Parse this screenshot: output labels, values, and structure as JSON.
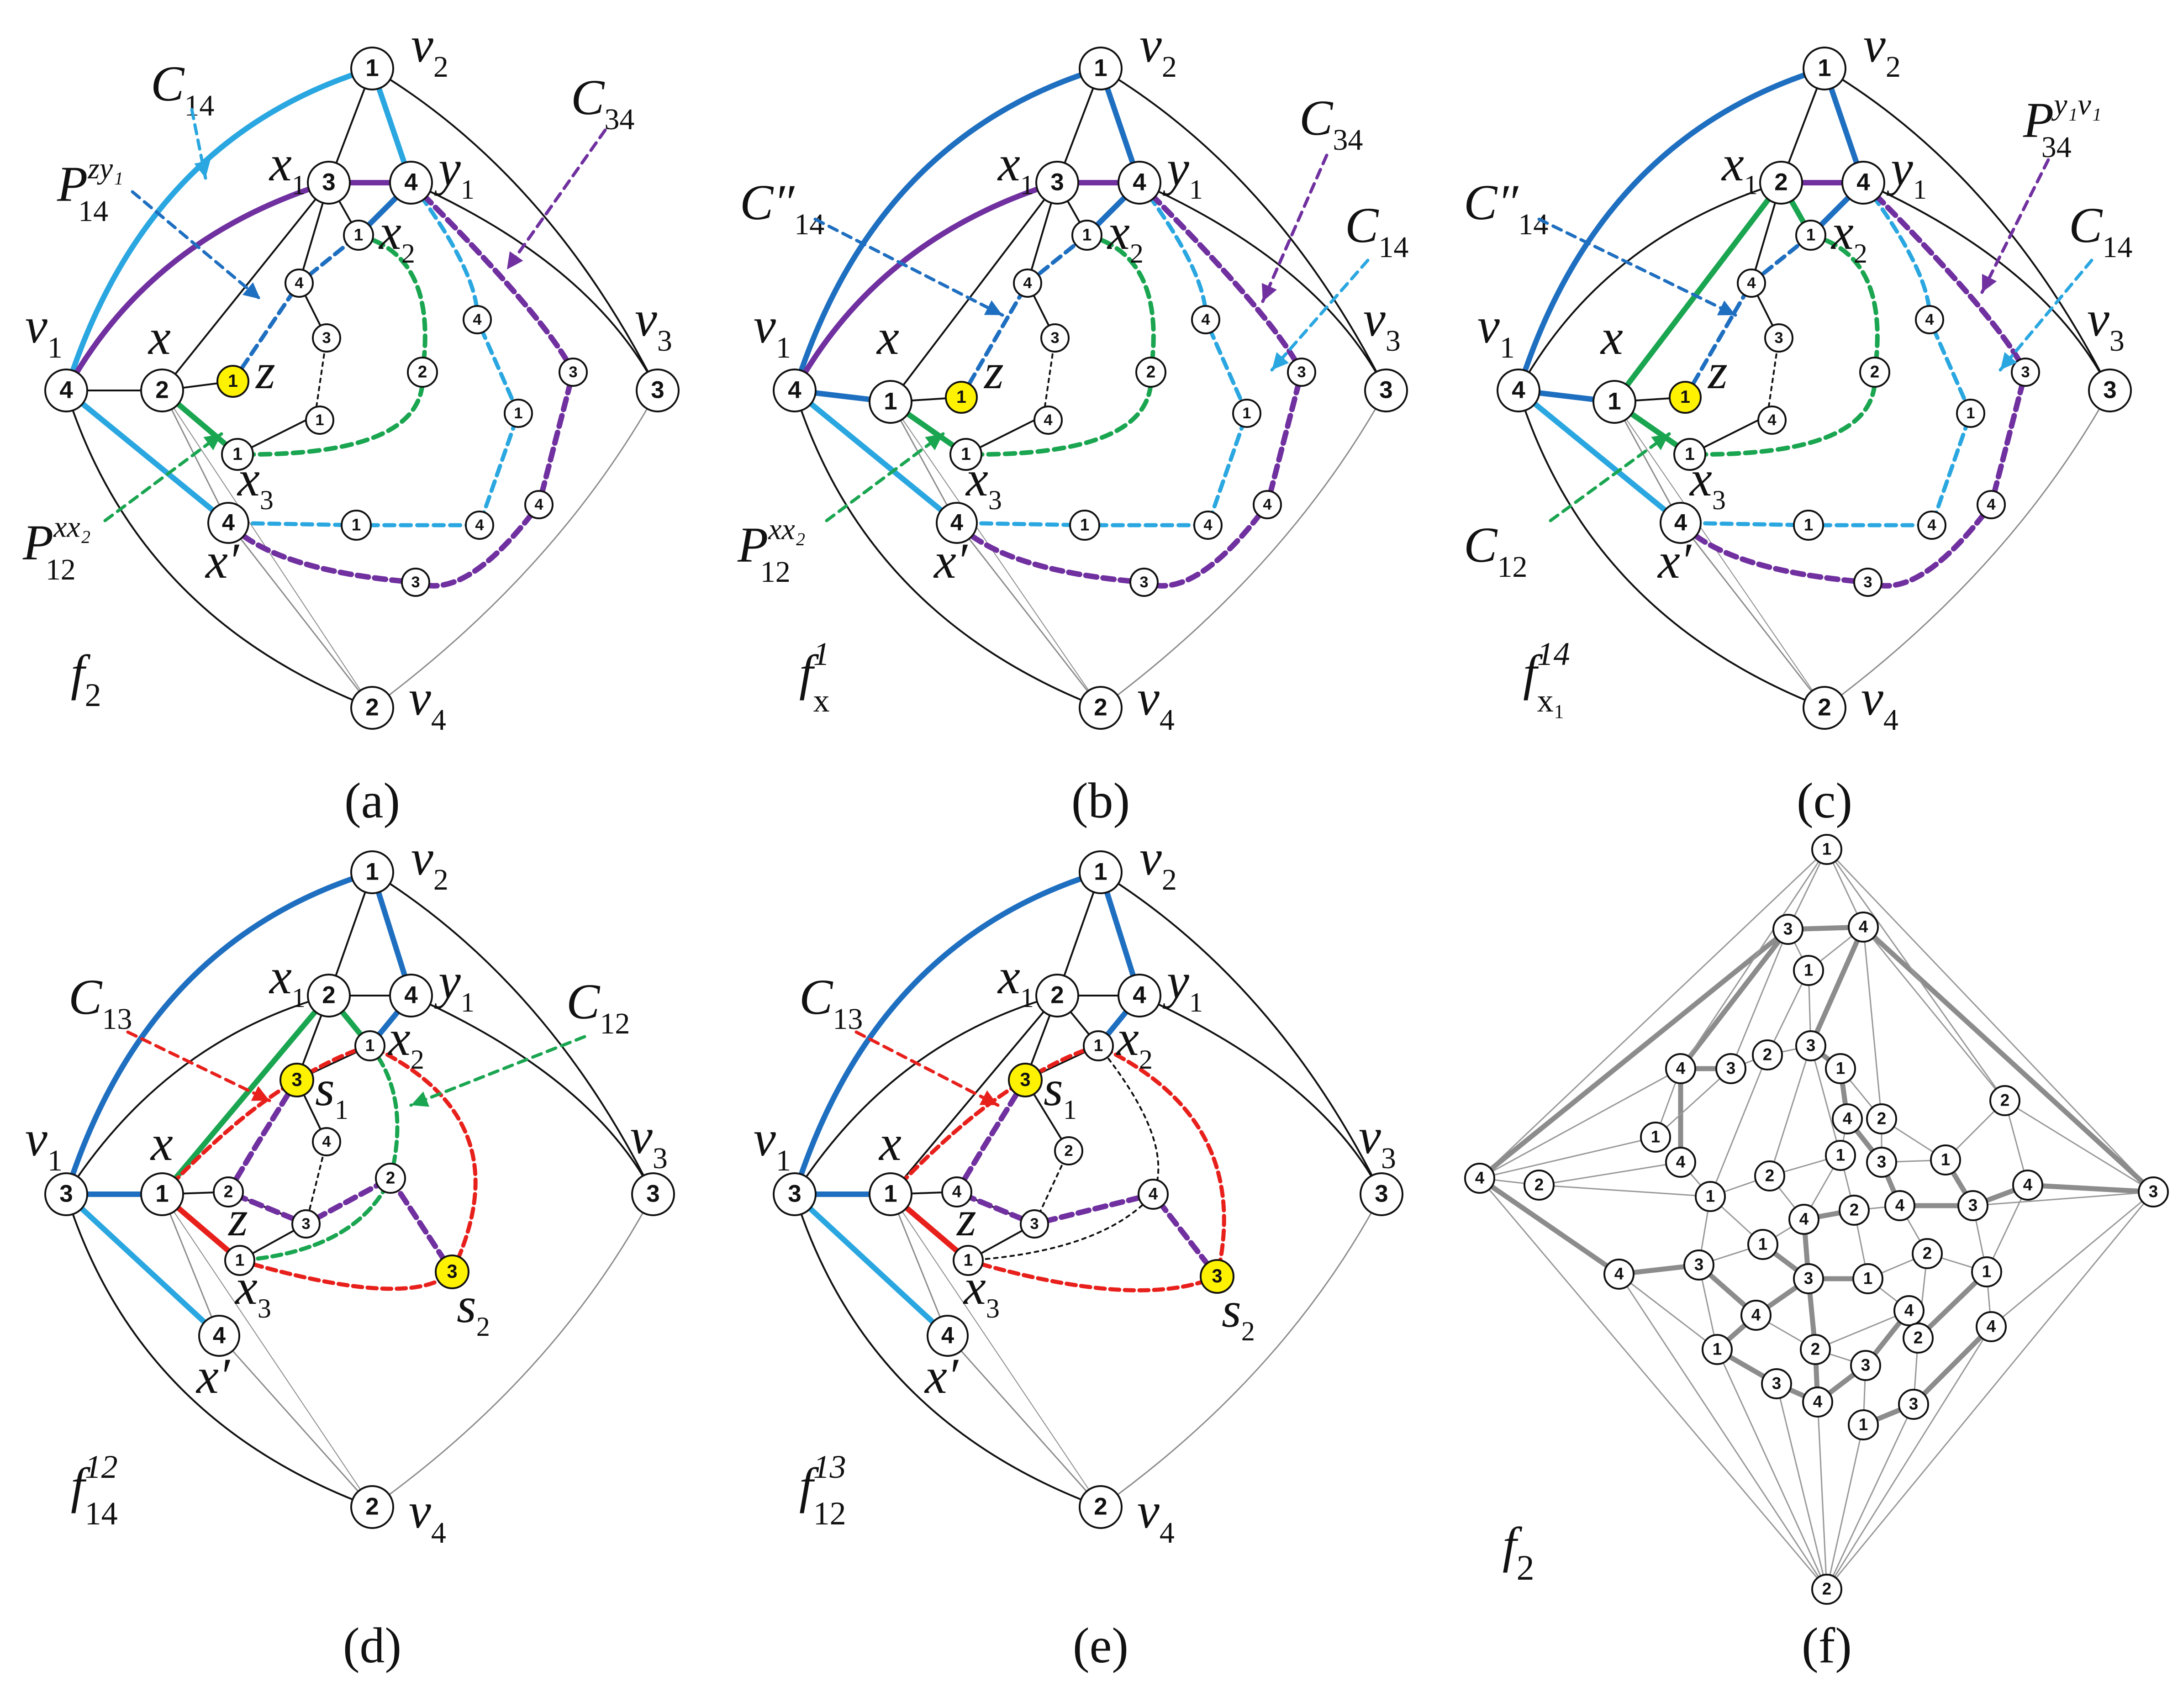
{
  "colors": {
    "blue": "#1f6fc1",
    "lightblue": "#2aa7e0",
    "purple": "#7030a0",
    "green": "#1aa550",
    "red": "#e8201c",
    "black": "#111111",
    "gray": "#8c8c8c",
    "yellow": "#fff200"
  },
  "panels": [
    {
      "caption": "(a)",
      "face": "f",
      "face_sub": "2",
      "face_sup": "",
      "vertices": {
        "v1": "4",
        "v2": "1",
        "v3": "3",
        "v4": "2",
        "x1": "3",
        "y1": "4",
        "x2": "1",
        "x": "2",
        "z": "1",
        "x3": "1",
        "xp": "4"
      },
      "labels": {
        "x": "x",
        "z": "z",
        "x3_main": "x",
        "x3_sub": "3",
        "xp": "x′",
        "x1_main": "x",
        "x1_sub": "1",
        "y1_main": "y",
        "y1_sub": "1",
        "x2_main": "x",
        "x2_sub": "2",
        "v1_main": "v",
        "v1_sub": "1",
        "v2_main": "v",
        "v2_sub": "2",
        "v3_main": "v",
        "v3_sub": "3",
        "v4_main": "v",
        "v4_sub": "4"
      },
      "inner_left": [
        "4",
        "3",
        "1",
        "4"
      ],
      "inner_mid": [
        "2"
      ],
      "inner_right": [
        "4",
        "1",
        "1",
        "4"
      ],
      "outer_right": [
        "3",
        "4",
        "3"
      ],
      "annotations": [
        {
          "main": "C",
          "sub": "14",
          "sup": ""
        },
        {
          "main": "P",
          "sub": "14",
          "sup": "zy₁"
        },
        {
          "main": "C",
          "sub": "34",
          "sup": ""
        },
        {
          "main": "P",
          "sub": "12",
          "sup": "xx₂"
        }
      ]
    },
    {
      "caption": "(b)",
      "face": "f",
      "face_sub": "x",
      "face_sup": "1",
      "vertices": {
        "v1": "4",
        "v2": "1",
        "v3": "3",
        "v4": "2",
        "x1": "3",
        "y1": "4",
        "x2": "1",
        "x": "1",
        "z": "1",
        "x3": "1",
        "xp": "4"
      },
      "labels": {
        "x": "x",
        "z": "z",
        "x3_main": "x",
        "x3_sub": "3",
        "xp": "x′",
        "x1_main": "x",
        "x1_sub": "1",
        "y1_main": "y",
        "y1_sub": "1",
        "x2_main": "x",
        "x2_sub": "2",
        "v1_main": "v",
        "v1_sub": "1",
        "v2_main": "v",
        "v2_sub": "2",
        "v3_main": "v",
        "v3_sub": "3",
        "v4_main": "v",
        "v4_sub": "4"
      },
      "inner_left": [
        "4",
        "3",
        "4",
        "1"
      ],
      "inner_mid": [
        "2"
      ],
      "inner_right": [
        "4",
        "1",
        "1",
        "4"
      ],
      "outer_right": [
        "3",
        "4",
        "3"
      ],
      "annotations": [
        {
          "main": "C″",
          "sub": "14",
          "sup": ""
        },
        {
          "main": "C",
          "sub": "34",
          "sup": ""
        },
        {
          "main": "C",
          "sub": "14",
          "sup": ""
        },
        {
          "main": "P",
          "sub": "12",
          "sup": "xx₂"
        }
      ]
    },
    {
      "caption": "(c)",
      "face": "f",
      "face_sub": "x₁",
      "face_sup": "14",
      "vertices": {
        "v1": "4",
        "v2": "1",
        "v3": "3",
        "v4": "2",
        "x1": "2",
        "y1": "4",
        "x2": "1",
        "x": "1",
        "z": "1",
        "x3": "1",
        "xp": "4"
      },
      "labels": {
        "x": "x",
        "z": "z",
        "x3_main": "x",
        "x3_sub": "3",
        "xp": "x′",
        "x1_main": "x",
        "x1_sub": "1",
        "y1_main": "y",
        "y1_sub": "1",
        "x2_main": "x",
        "x2_sub": "2",
        "v1_main": "v",
        "v1_sub": "1",
        "v2_main": "v",
        "v2_sub": "2",
        "v3_main": "v",
        "v3_sub": "3",
        "v4_main": "v",
        "v4_sub": "4"
      },
      "inner_left": [
        "4",
        "3",
        "4",
        "1"
      ],
      "inner_mid": [
        "2"
      ],
      "inner_right": [
        "4",
        "1",
        "1",
        "4"
      ],
      "outer_right": [
        "3",
        "4",
        "3"
      ],
      "annotations": [
        {
          "main": "C″",
          "sub": "14",
          "sup": ""
        },
        {
          "main": "P",
          "sub": "34",
          "sup": "y₁v₁"
        },
        {
          "main": "C",
          "sub": "14",
          "sup": ""
        },
        {
          "main": "C",
          "sub": "12",
          "sup": ""
        }
      ]
    },
    {
      "caption": "(d)",
      "face": "f",
      "face_sub": "14",
      "face_sup": "12",
      "vertices": {
        "v1": "3",
        "v2": "1",
        "v3": "3",
        "v4": "2",
        "x1": "2",
        "y1": "4",
        "x2": "1",
        "x": "1",
        "z": "2",
        "x3": "1",
        "xp": "4",
        "s1": "3",
        "s2": "3",
        "mid_a": "4",
        "mid_b": "3",
        "mid_c": "2"
      },
      "labels": {
        "x": "x",
        "z": "z",
        "x3_main": "x",
        "x3_sub": "3",
        "xp": "x′",
        "x1_main": "x",
        "x1_sub": "1",
        "y1_main": "y",
        "y1_sub": "1",
        "x2_main": "x",
        "x2_sub": "2",
        "v1_main": "v",
        "v1_sub": "1",
        "v2_main": "v",
        "v2_sub": "2",
        "v3_main": "v",
        "v3_sub": "3",
        "v4_main": "v",
        "v4_sub": "4",
        "s1_main": "s",
        "s1_sub": "1",
        "s2_main": "s",
        "s2_sub": "2"
      },
      "annotations": [
        {
          "main": "C",
          "sub": "13",
          "sup": ""
        },
        {
          "main": "C",
          "sub": "12",
          "sup": ""
        }
      ]
    },
    {
      "caption": "(e)",
      "face": "f",
      "face_sub": "12",
      "face_sup": "13",
      "vertices": {
        "v1": "3",
        "v2": "1",
        "v3": "3",
        "v4": "2",
        "x1": "2",
        "y1": "4",
        "x2": "1",
        "x": "1",
        "z": "4",
        "x3": "1",
        "xp": "4",
        "s1": "3",
        "s2": "3",
        "mid_a": "2",
        "mid_b": "3",
        "mid_c": "4"
      },
      "labels": {
        "x": "x",
        "z": "z",
        "x3_main": "x",
        "x3_sub": "3",
        "xp": "x′",
        "x1_main": "x",
        "x1_sub": "1",
        "y1_main": "y",
        "y1_sub": "1",
        "x2_main": "x",
        "x2_sub": "2",
        "v1_main": "v",
        "v1_sub": "1",
        "v2_main": "v",
        "v2_sub": "2",
        "v3_main": "v",
        "v3_sub": "3",
        "v4_main": "v",
        "v4_sub": "4",
        "s1_main": "s",
        "s1_sub": "1",
        "s2_main": "s",
        "s2_sub": "2"
      },
      "annotations": [
        {
          "main": "C",
          "sub": "13",
          "sup": ""
        }
      ]
    },
    {
      "caption": "(f)",
      "face": "f",
      "face_sub": "2",
      "face_sup": "",
      "nodes": [
        "1",
        "3",
        "4",
        "1",
        "3",
        "4",
        "3",
        "2",
        "1",
        "4",
        "4",
        "2",
        "2",
        "3",
        "1",
        "1",
        "3",
        "1",
        "4",
        "2",
        "1",
        "2",
        "1",
        "3",
        "4",
        "3",
        "4",
        "3",
        "1",
        "4",
        "2",
        "1",
        "3",
        "1",
        "2",
        "1",
        "4",
        "3",
        "2",
        "4",
        "1",
        "3",
        "2",
        "3",
        "4",
        "1",
        "2"
      ]
    }
  ]
}
